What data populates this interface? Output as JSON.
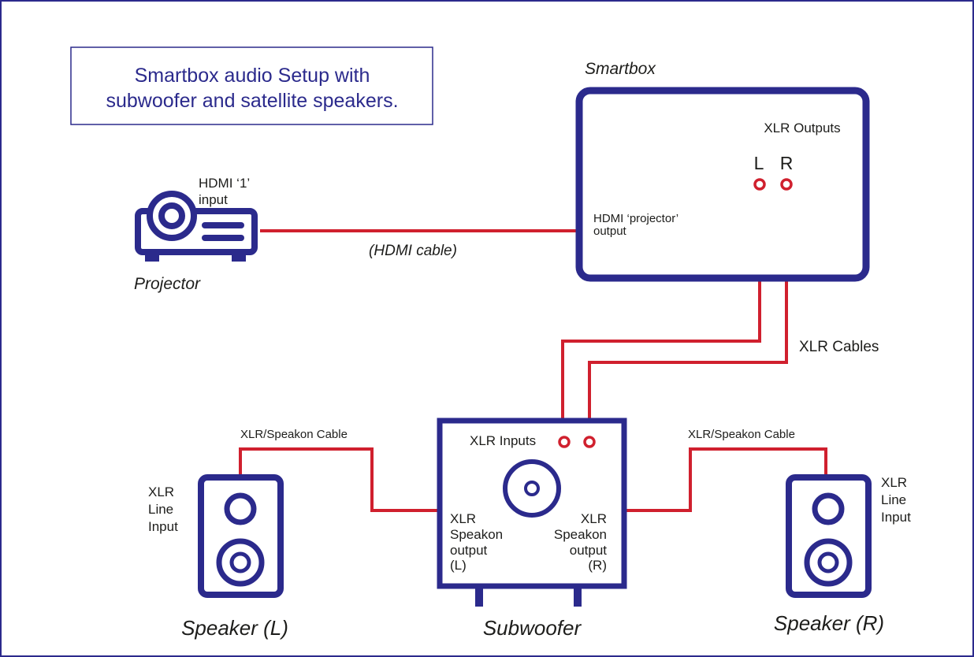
{
  "diagram": {
    "title_line1": "Smartbox audio Setup with",
    "title_line2": "subwoofer and satellite speakers.",
    "colors": {
      "device": "#2b2a8c",
      "cable": "#d0202e",
      "text": "#1d1d1b",
      "frame": "#2b2a8c"
    },
    "smartbox": {
      "label": "Smartbox",
      "xlr_outputs": "XLR Outputs",
      "left": "L",
      "right": "R",
      "hdmi_out_line1": "HDMI ‘projector’",
      "hdmi_out_line2": "output"
    },
    "projector": {
      "label": "Projector",
      "hdmi_in_line1": "HDMI ‘1’",
      "hdmi_in_line2": "input",
      "icon": "projector-icon"
    },
    "hdmi_cable": "(HDMI cable)",
    "xlr_cables": "XLR Cables",
    "subwoofer": {
      "label": "Subwoofer",
      "xlr_inputs": "XLR Inputs",
      "out_l": [
        "XLR",
        "Speakon",
        "output",
        "(L)"
      ],
      "out_r": [
        "XLR",
        "Speakon",
        "output",
        "(R)"
      ]
    },
    "speaker_left": {
      "label": "Speaker (L)",
      "cable": "XLR/Speakon Cable",
      "input": [
        "XLR",
        "Line",
        "Input"
      ],
      "icon": "speaker-icon"
    },
    "speaker_right": {
      "label": "Speaker (R)",
      "cable": "XLR/Speakon Cable",
      "input": [
        "XLR",
        "Line",
        "Input"
      ],
      "icon": "speaker-icon"
    }
  }
}
